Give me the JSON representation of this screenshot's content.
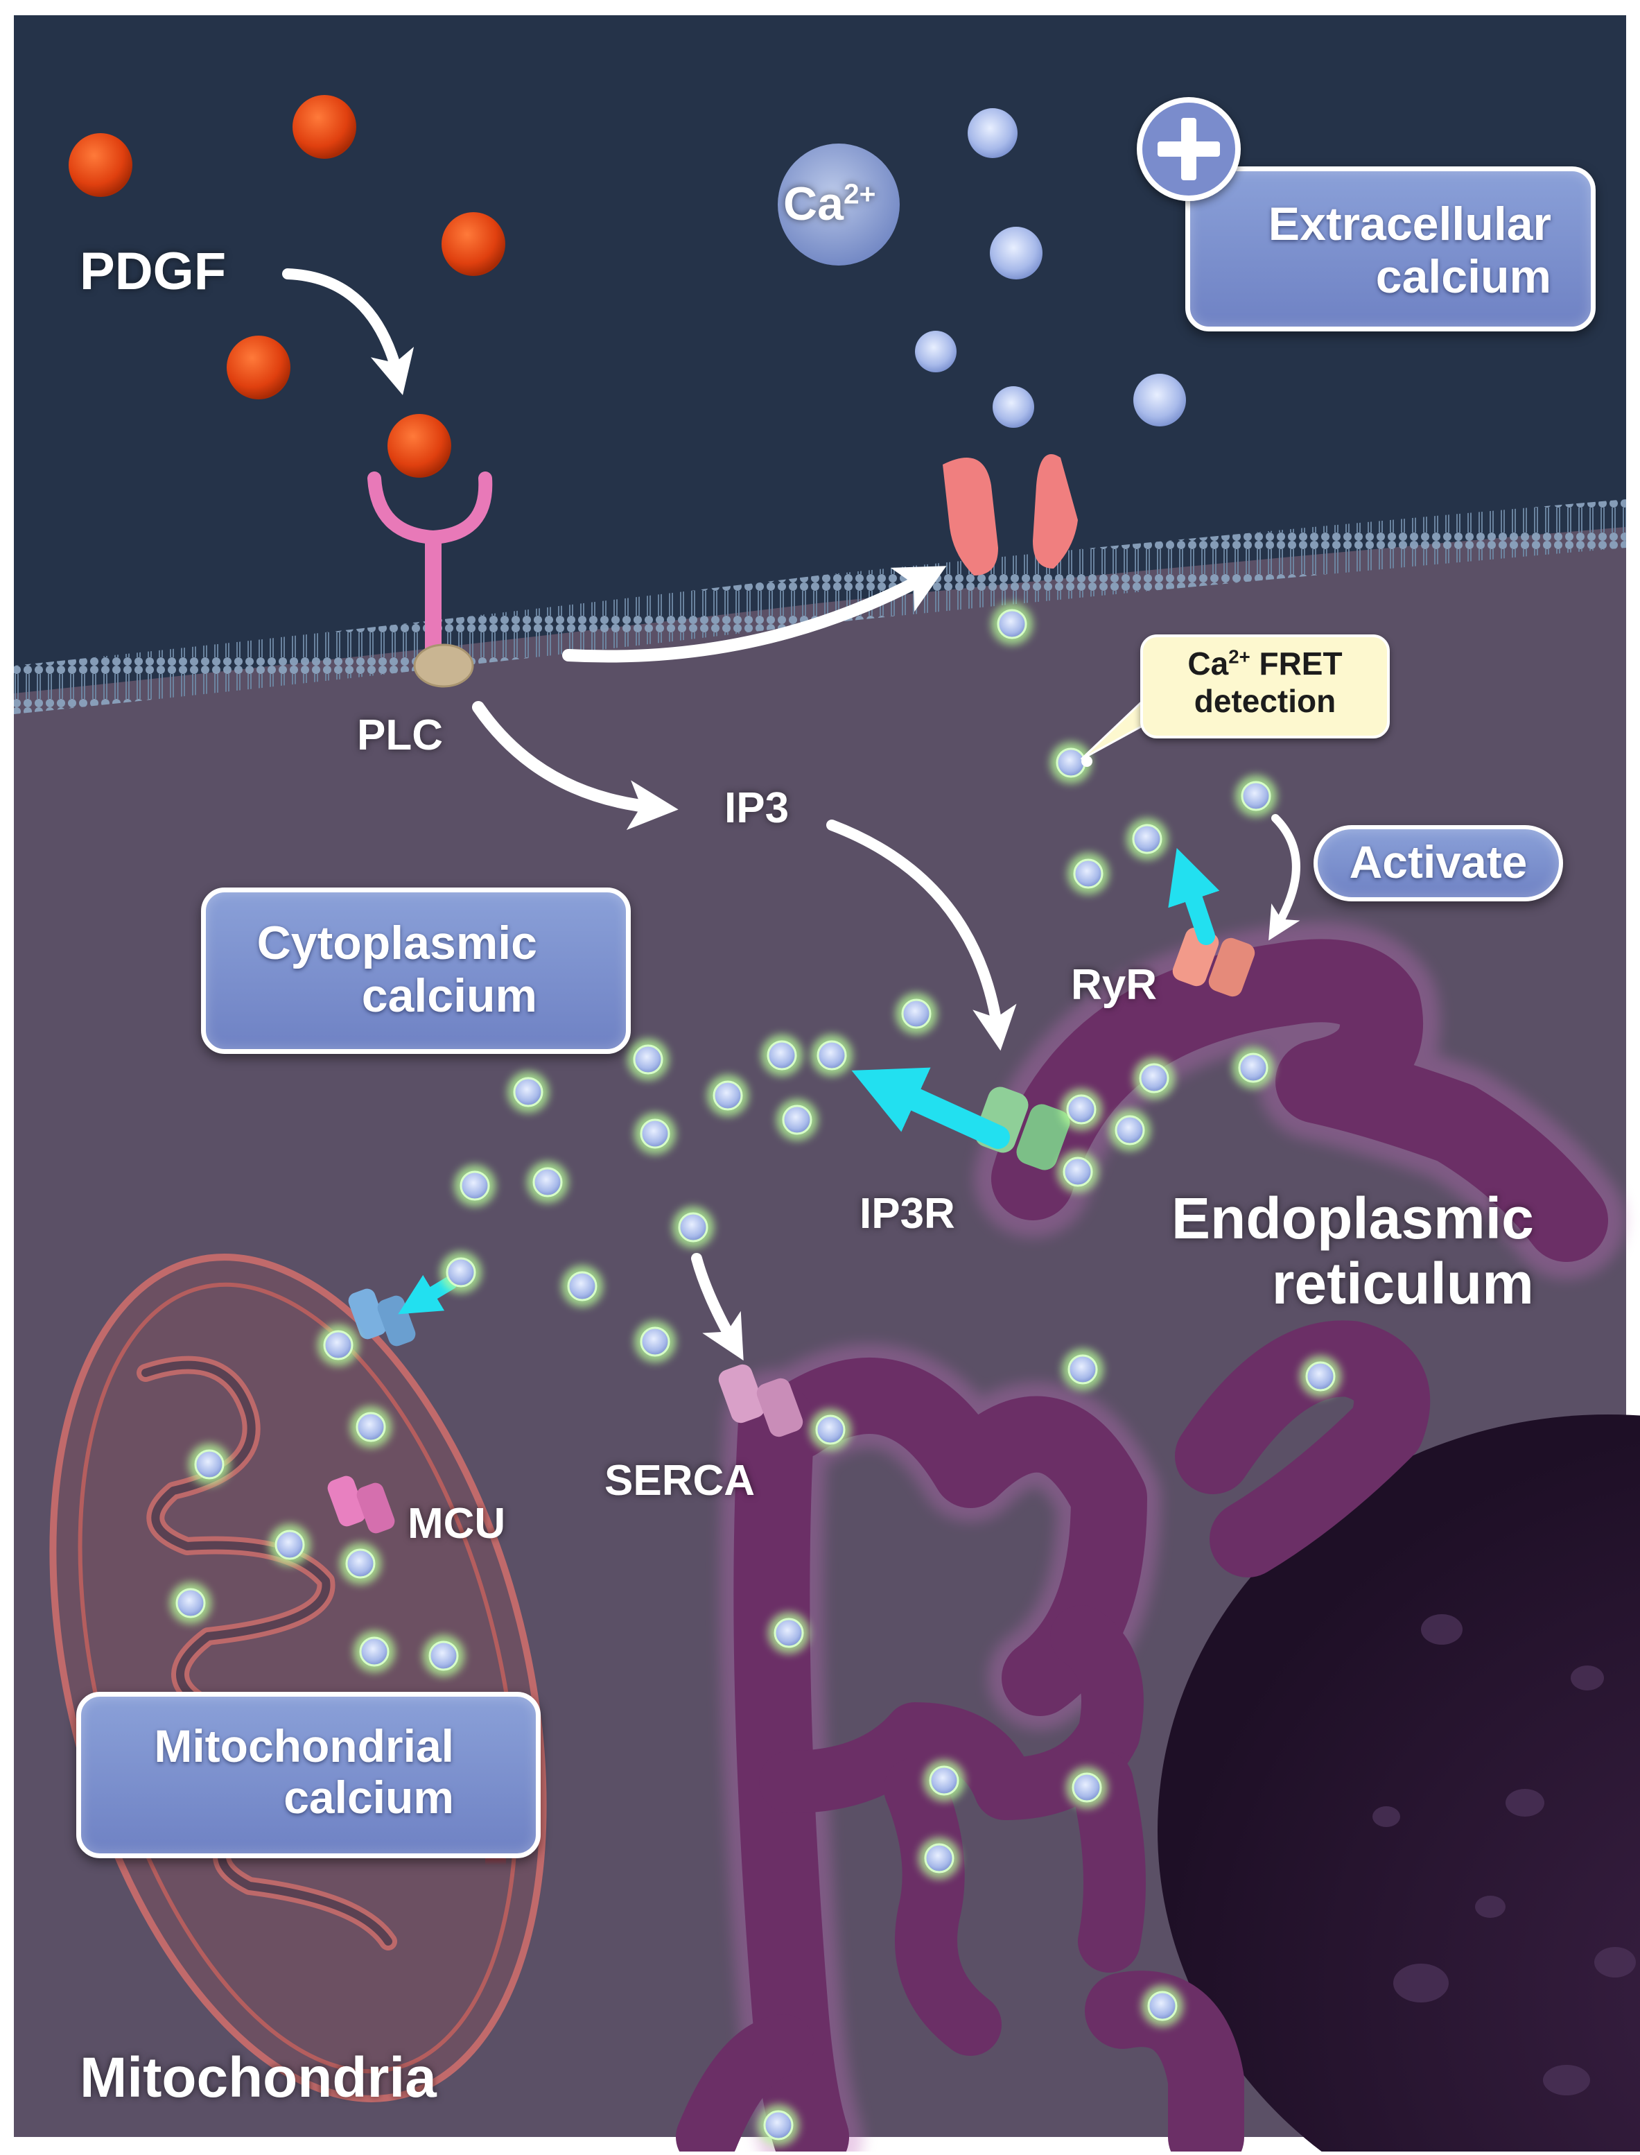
{
  "labels": {
    "pdgf": "PDGF",
    "ca_symbol": "Ca",
    "ca_charge": "2+",
    "plc": "PLC",
    "ip3": "IP3",
    "ip3r": "IP3R",
    "ryr": "RyR",
    "serca": "SERCA",
    "mcu": "MCU",
    "er_line1": "Endoplasmic",
    "er_line2": "reticulum",
    "mitochondria": "Mitochondria"
  },
  "boxes": {
    "extracellular_line1": "Extracellular",
    "extracellular_line2": "calcium",
    "cytoplasmic_line1": "Cytoplasmic",
    "cytoplasmic_line2": "calcium",
    "mitochondrial_line1": "Mitochondrial",
    "mitochondrial_line2": "calcium",
    "activate": "Activate",
    "fret_ca": "Ca",
    "fret_charge": "2+",
    "fret_line1_rest": " FRET",
    "fret_line2": "detection"
  },
  "colors": {
    "extracellular_bg": "#253349",
    "cytoplasm_bg": "#5b5066",
    "membrane": "#6f8aa6",
    "er_fill": "#6b2f66",
    "nucleus": "#2f1a36",
    "pdgf_ball": "#e0400f",
    "receptor": "#e879b8",
    "plc": "#c9b592",
    "channel": "#f07f7f",
    "ip3r": "#8fcf98",
    "ryr": "#f29a8a",
    "serca": "#d9a0c8",
    "mcu": "#e880c0",
    "mito_uniporter": "#7ab0e0",
    "calcium_ion": "#b8c8f0",
    "calcium_glow": "#b8ff9a",
    "efflux_arrow": "#22e0f0",
    "up_arrow": "#ff1010",
    "box_fill": "#7a8ccc",
    "fret_box": "#fdf8cf"
  },
  "icons": {
    "plus": "plus-icon",
    "up_arrow": "up-arrow-icon"
  }
}
